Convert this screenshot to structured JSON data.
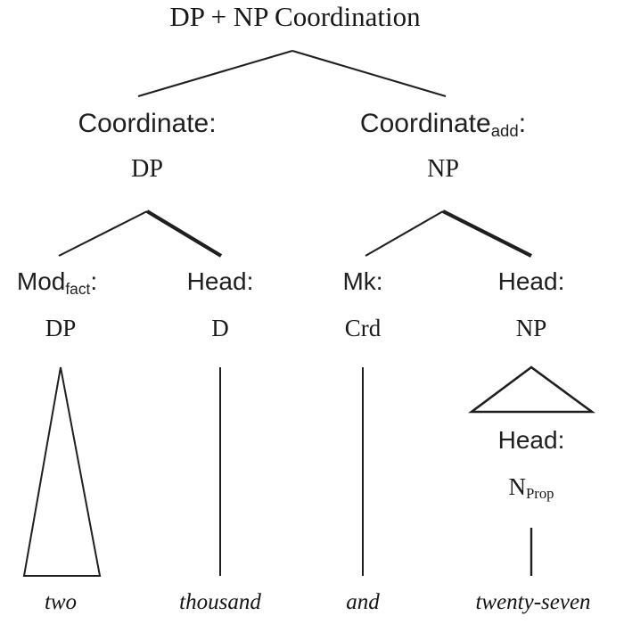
{
  "figure": {
    "title": "DP + NP Coordination",
    "kind": "syntax-tree",
    "colors": {
      "ink": "#1a1a1a",
      "background": "#ffffff",
      "branch": "#1f1f1f"
    }
  },
  "nodes": {
    "root": {
      "function": "",
      "category": ""
    },
    "coordinate_left": {
      "function": "Coordinate:",
      "category": "DP"
    },
    "coordinate_right": {
      "function": "Coordinate",
      "function_sub": "add",
      "function_tail": ":",
      "category": "NP"
    },
    "mod_fact": {
      "function": "Mod",
      "function_sub": "fact",
      "function_tail": ":",
      "category": "DP"
    },
    "head_d": {
      "function": "Head:",
      "category": "D"
    },
    "mk": {
      "function": "Mk:",
      "category": "Crd"
    },
    "head_np": {
      "function": "Head:",
      "category": "NP"
    },
    "head_nprop": {
      "function": "Head:",
      "category": "N",
      "category_sub": "Prop"
    }
  },
  "terminals": [
    {
      "text": "two"
    },
    {
      "text": "thousand"
    },
    {
      "text": "and"
    },
    {
      "text": "twenty-seven"
    }
  ],
  "tree_data": {
    "label": "DP + NP Coordination",
    "children": [
      {
        "function": "Coordinate:",
        "category": "DP",
        "children": [
          {
            "function": "Mod_fact:",
            "category": "DP",
            "triangle": true,
            "terminal": "two"
          },
          {
            "function": "Head:",
            "category": "D",
            "head": true,
            "terminal": "thousand"
          }
        ]
      },
      {
        "function": "Coordinate_add:",
        "category": "NP",
        "children": [
          {
            "function": "Mk:",
            "category": "Crd",
            "terminal": "and"
          },
          {
            "function": "Head:",
            "category": "NP",
            "head": true,
            "triangle": true,
            "children": [
              {
                "function": "Head:",
                "category": "N_Prop",
                "terminal": "twenty-seven"
              }
            ]
          }
        ]
      }
    ]
  }
}
